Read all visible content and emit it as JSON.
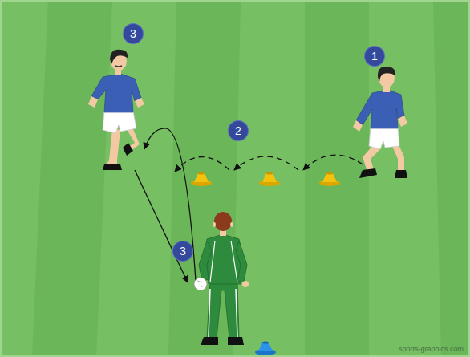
{
  "diagram": {
    "labels": [
      "3",
      "1",
      "2",
      "3",
      "sports-graphics.com"
    ]
  }
}
